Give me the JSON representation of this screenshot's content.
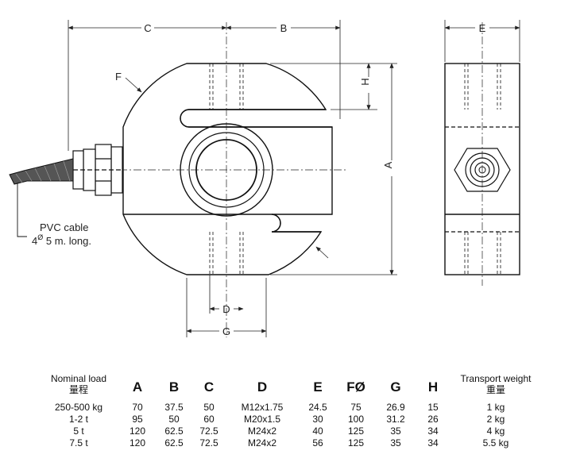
{
  "dimension_labels": {
    "a": "A",
    "b": "B",
    "c": "C",
    "d": "D",
    "e": "E",
    "f": "F",
    "g": "G",
    "h": "H"
  },
  "cable_note": {
    "line1": "PVC cable",
    "line2_prefix": "4",
    "line2_symbol": "Ø",
    "line2_suffix": " 5 m. long."
  },
  "table": {
    "header": {
      "nominal_load": "Nominal load",
      "nominal_load_cn": "量程",
      "a": "A",
      "b": "B",
      "c": "C",
      "d": "D",
      "e": "E",
      "f": "FØ",
      "g": "G",
      "h": "H",
      "transport_weight": "Transport weight",
      "transport_weight_cn": "重量"
    },
    "rows": [
      [
        "250-500 kg",
        "70",
        "37.5",
        "50",
        "M12x1.75",
        "24.5",
        "75",
        "26.9",
        "15",
        "1 kg"
      ],
      [
        "1-2 t",
        "95",
        "50",
        "60",
        "M20x1.5",
        "30",
        "100",
        "31.2",
        "26",
        "2 kg"
      ],
      [
        "5 t",
        "120",
        "62.5",
        "72.5",
        "M24x2",
        "40",
        "125",
        "35",
        "34",
        "4 kg"
      ],
      [
        "7.5 t",
        "120",
        "62.5",
        "72.5",
        "M24x2",
        "56",
        "125",
        "35",
        "34",
        "5.5 kg"
      ]
    ]
  }
}
